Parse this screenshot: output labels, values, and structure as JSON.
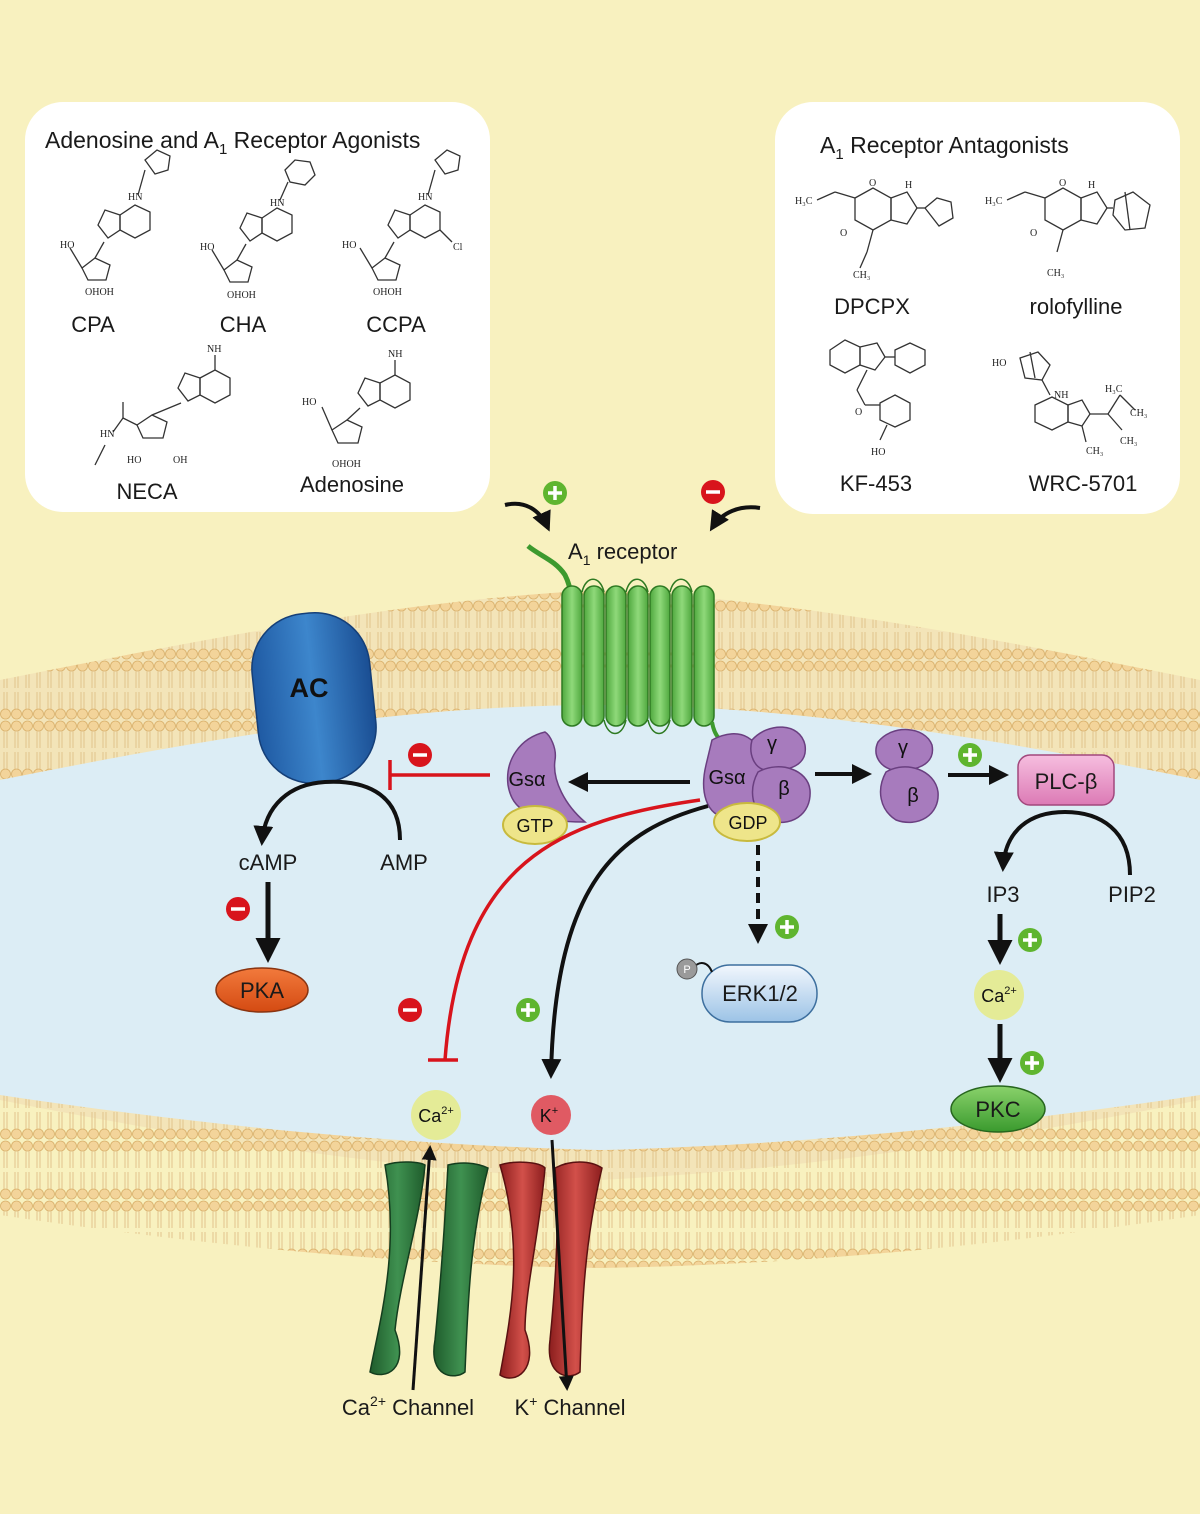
{
  "agonists": {
    "title": "Adenosine and A",
    "title_sub": "1",
    "title_rest": " Receptor Agonists",
    "compounds": [
      "CPA",
      "CHA",
      "CCPA",
      "NECA",
      "Adenosine"
    ]
  },
  "antagonists": {
    "title": "A",
    "title_sub": "1",
    "title_rest": " Receptor Antagonists",
    "compounds": [
      "DPCPX",
      "rolofylline",
      "KF-453",
      "WRC-5701"
    ]
  },
  "receptor": {
    "label": "A",
    "label_sub": "1",
    "label_rest": " receptor"
  },
  "molecules": {
    "ac": "AC",
    "gsa_active": "Gsα",
    "gtp": "GTP",
    "gsa_inactive": "Gsα",
    "gdp": "GDP",
    "gamma": "γ",
    "beta": "β",
    "gamma2": "γ",
    "beta2": "β",
    "plcb": "PLC-β",
    "camp": "cAMP",
    "amp": "AMP",
    "pka": "PKA",
    "erk": "ERK1/2",
    "phospho": "P",
    "ip3": "IP3",
    "pip2": "PIP2",
    "ca_ion": "Ca",
    "ca_ion_sup": "2+",
    "ca_ion2": "Ca",
    "ca_ion2_sup": "2+",
    "k_ion": "K",
    "k_ion_sup": "+",
    "pkc": "PKC"
  },
  "channels": {
    "ca_label": "Ca",
    "ca_sup": "2+",
    "ca_rest": " Channel",
    "k_label": "K",
    "k_sup": "+",
    "k_rest": " Channel"
  },
  "colors": {
    "background": "#f8f1bf",
    "cytoplasm": "#dcedf5",
    "inhibit": "#d8141c",
    "activate": "#5fb52f",
    "receptor": "#6cc257",
    "gprotein": "#a77bbd",
    "ac": "#2c6bb3"
  }
}
